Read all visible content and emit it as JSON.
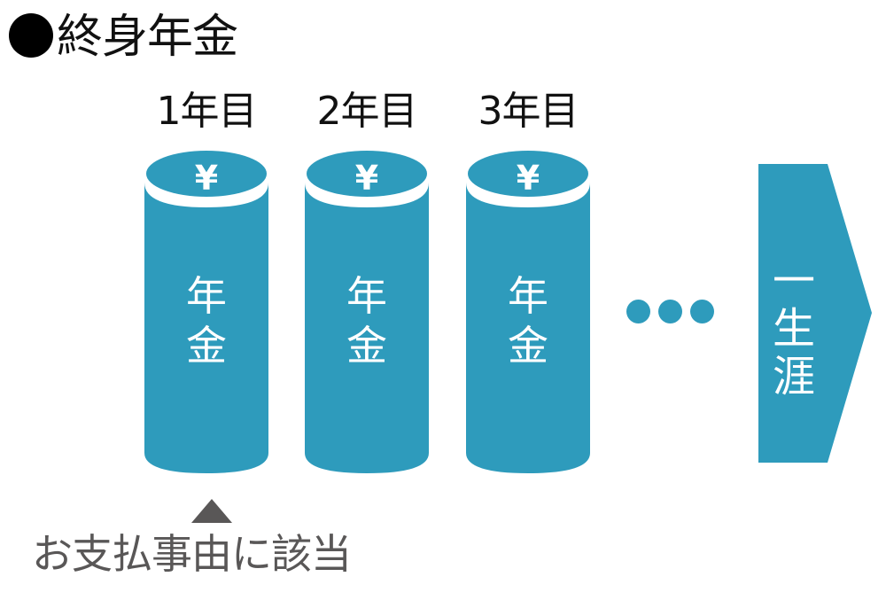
{
  "title": {
    "bullet": "●",
    "text": "終身年金"
  },
  "years": [
    {
      "label": "1年目",
      "yen": "¥",
      "body": "年\n金"
    },
    {
      "label": "2年目",
      "yen": "¥",
      "body": "年\n金"
    },
    {
      "label": "3年目",
      "yen": "¥",
      "body": "年\n金"
    }
  ],
  "ellipsis": "●●●",
  "arrow": {
    "label": "一生涯"
  },
  "caption": {
    "pointer": "▲",
    "text": "お支払事由に該当"
  },
  "colors": {
    "accent": "#2e9bbc",
    "text": "#111111",
    "caption": "#595757",
    "background": "#ffffff"
  }
}
